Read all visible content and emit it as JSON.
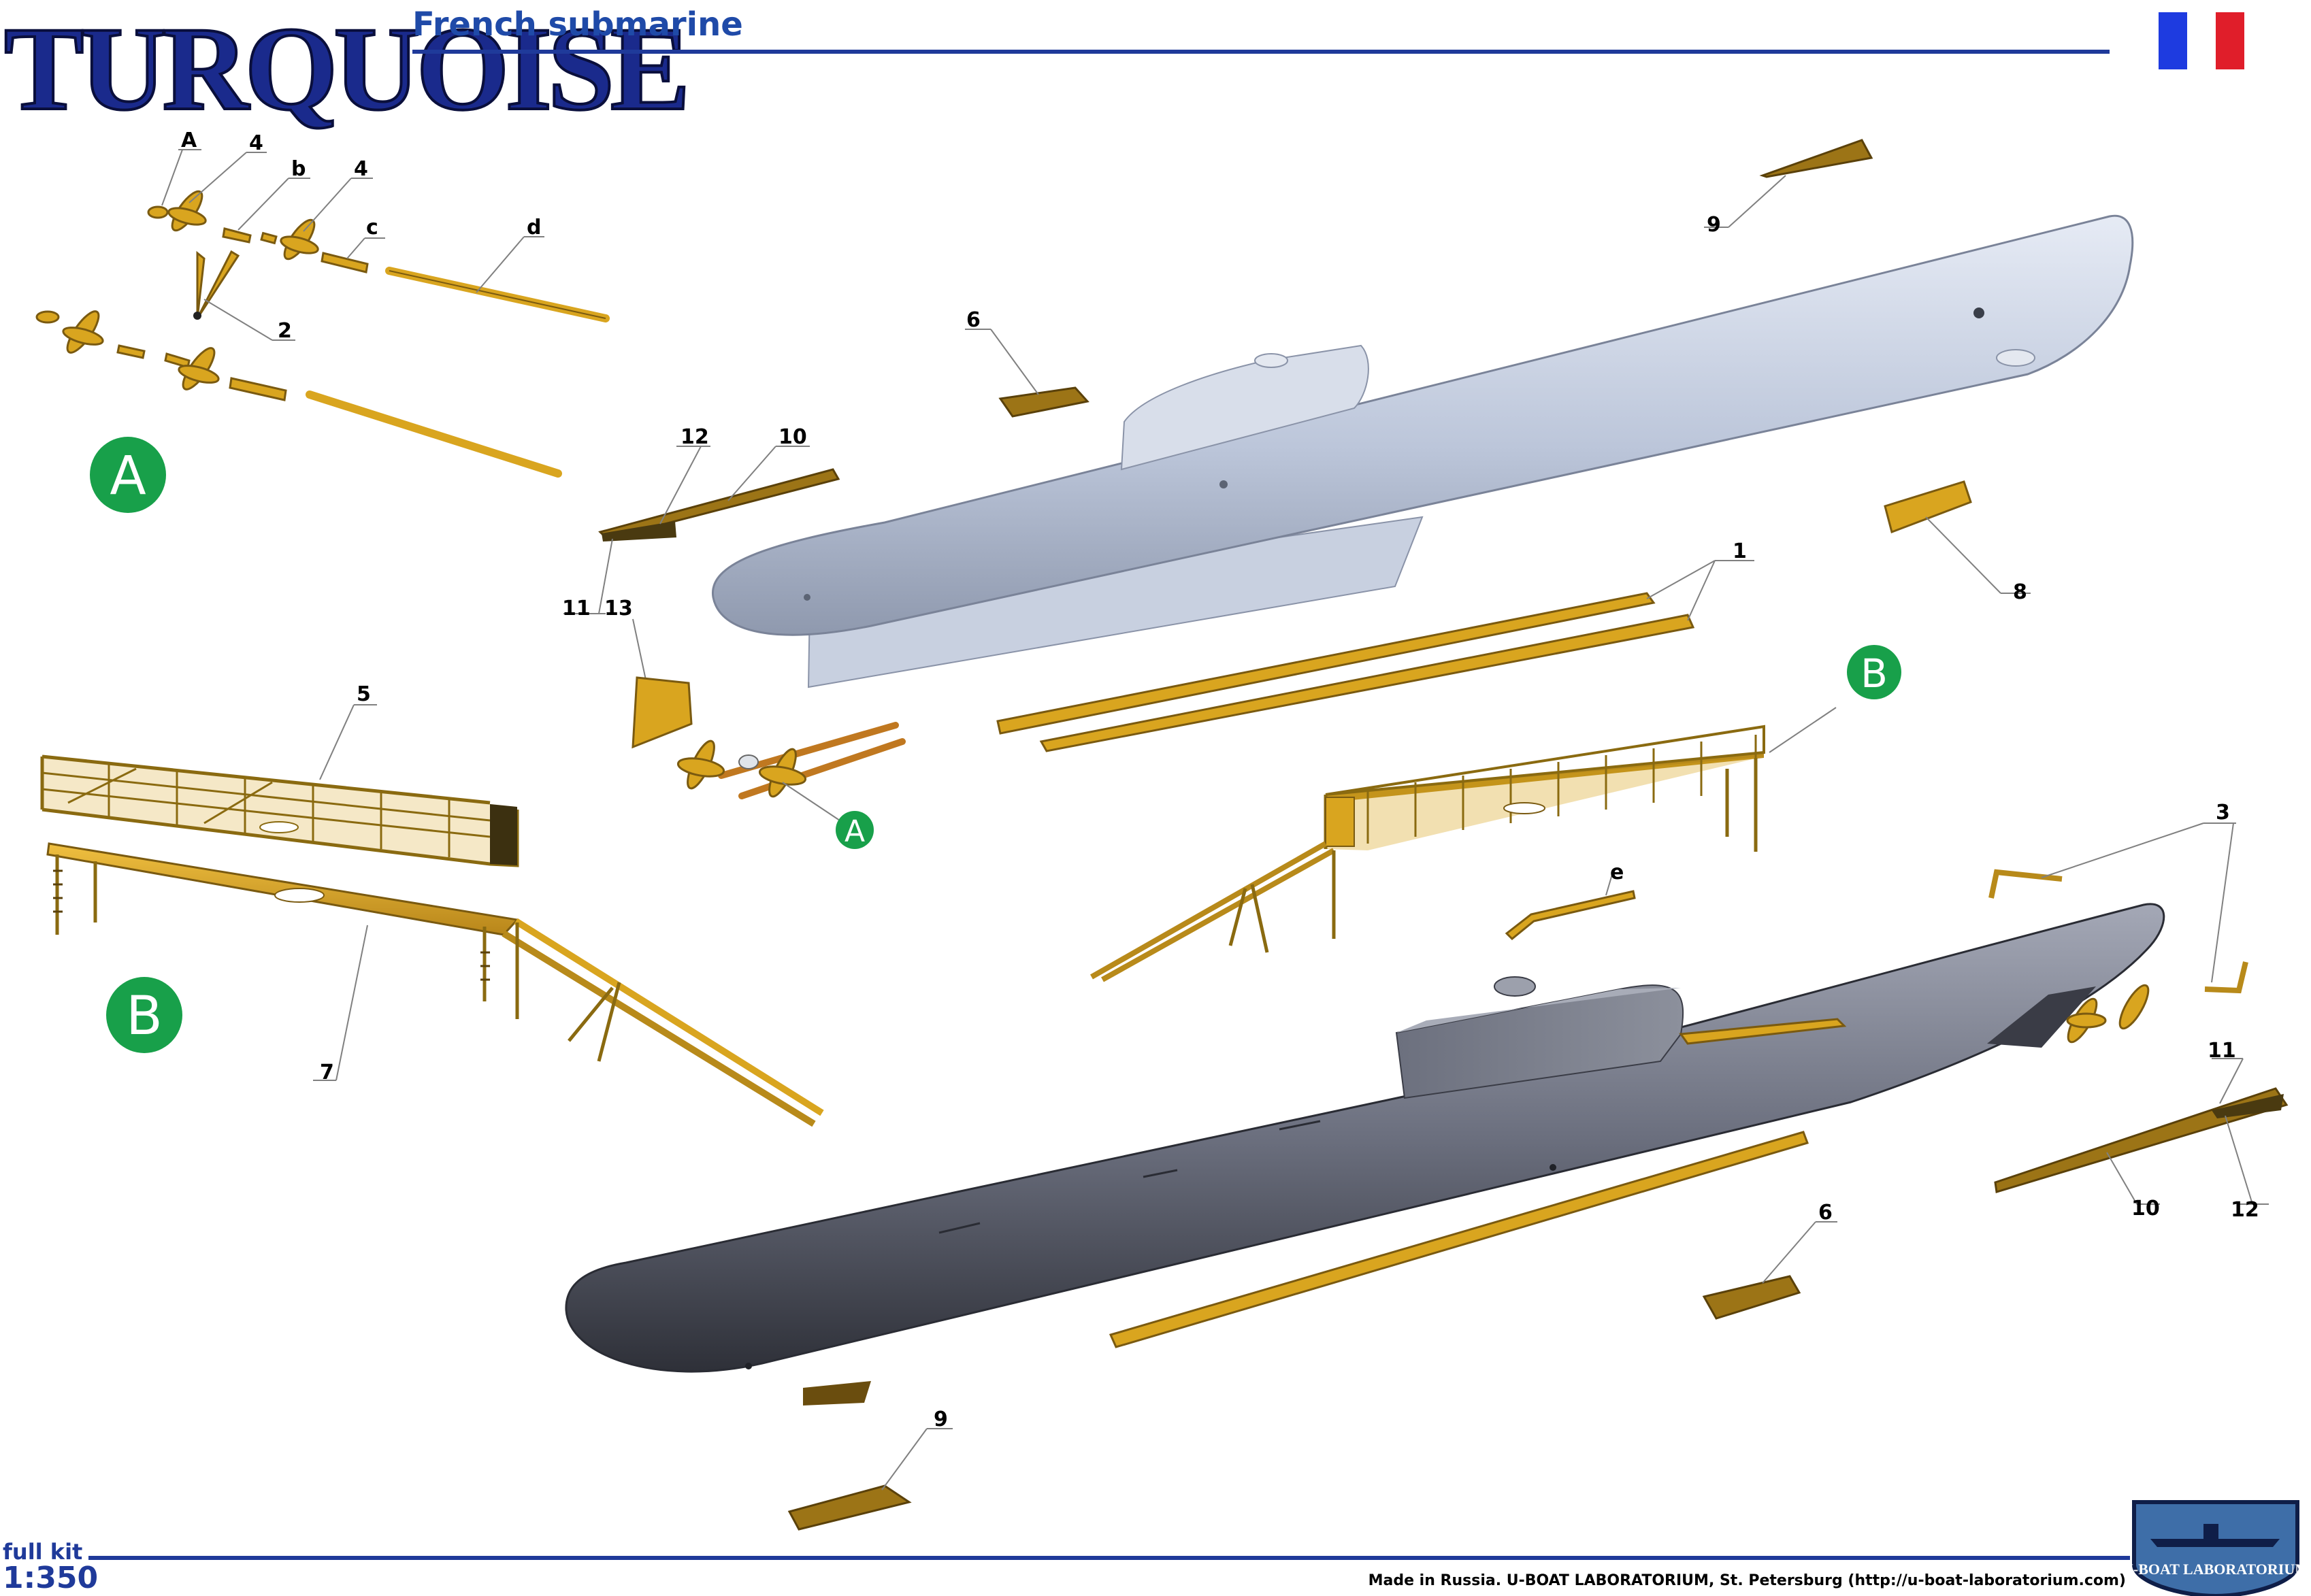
{
  "header": {
    "title": "TURQUOISE",
    "subtitle": "French submarine",
    "flag_colors": [
      "#1e3be0",
      "#ffffff",
      "#e01e2a"
    ]
  },
  "badges": {
    "a": "A",
    "b": "B"
  },
  "callouts": {
    "letter_a": "A",
    "letter_b": "b",
    "letter_c": "c",
    "letter_d": "d",
    "letter_e": "e",
    "n1": "1",
    "n2": "2",
    "n3": "3",
    "n4": "4",
    "n5": "5",
    "n6": "6",
    "n7": "7",
    "n8": "8",
    "n9": "9",
    "n10": "10",
    "n11": "11",
    "n12": "12",
    "n13": "13"
  },
  "footer": {
    "kit_label": "full kit",
    "scale": "1:350",
    "credit": "Made in Russia. U-BOAT LABORATORIUM, St. Petersburg (http://u-boat-laboratorium.com)",
    "logo_text": "U-BOAT LABORATORIUM"
  },
  "colors": {
    "accent_blue": "#1f3a9a",
    "brass": "#d9a51f",
    "hull_light": "#c6cfe0",
    "hull_dark": "#5c6070",
    "badge_green": "#18a04a"
  }
}
